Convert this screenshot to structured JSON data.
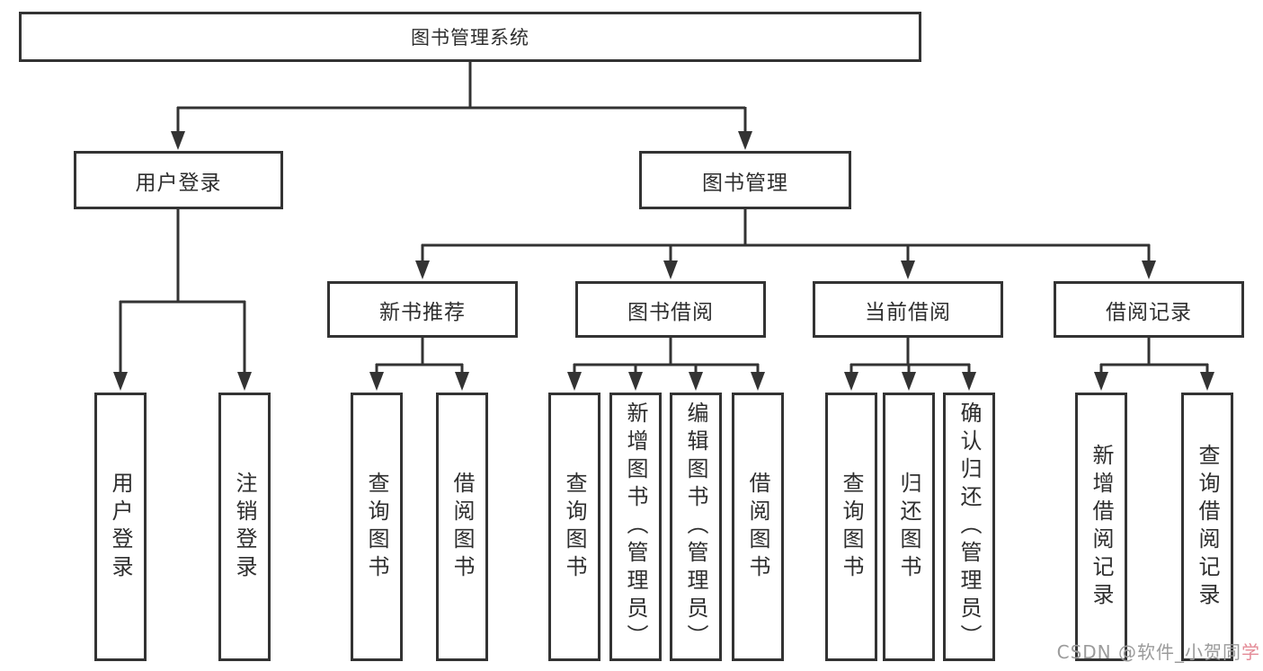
{
  "tree": {
    "label": "图书管理系统",
    "children": [
      {
        "label": "用户登录",
        "children": [
          {
            "label": "用户登录"
          },
          {
            "label": "注销登录"
          }
        ]
      },
      {
        "label": "图书管理",
        "children": [
          {
            "label": "新书推荐",
            "children": [
              {
                "label": "查询图书"
              },
              {
                "label": "借阅图书"
              }
            ]
          },
          {
            "label": "图书借阅",
            "children": [
              {
                "label": "查询图书"
              },
              {
                "label": "新增图书（管理员）"
              },
              {
                "label": "编辑图书（管理员）"
              },
              {
                "label": "借阅图书"
              }
            ]
          },
          {
            "label": "当前借阅",
            "children": [
              {
                "label": "查询图书"
              },
              {
                "label": "归还图书"
              },
              {
                "label": "确认归还（管理员）"
              }
            ]
          },
          {
            "label": "借阅记录",
            "children": [
              {
                "label": "新增借阅记录"
              },
              {
                "label": "查询借阅记录"
              }
            ]
          }
        ]
      }
    ]
  },
  "watermark": {
    "prefix": "CSDN @软件_小贺同",
    "suffix": "学"
  },
  "colors": {
    "line": "#333333",
    "text": "#2e2e2e",
    "watermark": "#9b9b9b",
    "watermark_accent": "#e48b97"
  }
}
